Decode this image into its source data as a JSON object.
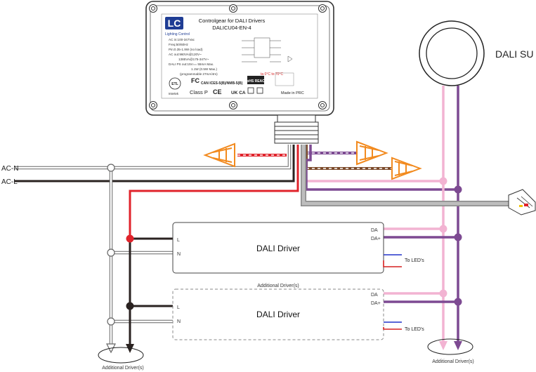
{
  "controlgear": {
    "brand_letters": "LC",
    "brand_name": "Lighting Control",
    "title": "Controlgear for DALI Drivers",
    "model": "DALICU04-EN-4",
    "specs": [
      "AC in:100-347Vac",
      "Freq:50/60Hz",
      "Pin:0.35-1.9W (no load)",
      "AC out:960VA@120V~",
      "1385VA@175-347V~",
      "DALI PS out:15V== 55mA Max.",
      "1.1W (0.5W Max.)",
      "(programmable 27mA/4m)"
    ],
    "temp": "ta 0°C to 70°C",
    "cert_marks": [
      "Intertek",
      "FC",
      "CE",
      "UK CA",
      "RoHS REACH"
    ],
    "can_ices": "CAN ICES-5(B)/NMB-5(B)",
    "class": "Class P",
    "made_in": "Made in PRC"
  },
  "sensor": {
    "label": "DALI SU"
  },
  "mains": {
    "neutral": "AC-N",
    "live": "AC-L"
  },
  "drivers": [
    {
      "title": "DALI Driver",
      "term_l": "L",
      "term_n": "N",
      "term_da1": "DA",
      "term_da2": "DA+",
      "led": "To LED's"
    },
    {
      "title": "DALI Driver",
      "term_l": "L",
      "term_n": "N",
      "term_da1": "DA",
      "term_da2": "DA+",
      "led": "To LED's"
    }
  ],
  "additional_driver_label": "Additional Driver(s)",
  "bottom_left_label": "Additional Driver(s)",
  "bottom_right_label": "Additional Driver(s)",
  "colors": {
    "live": "#2a2220",
    "neutral_fill": "#ffffff",
    "switched_live": "#e0232b",
    "dali_pink": "#f2b3d2",
    "dali_purple": "#7d4a92",
    "brown": "#7b4a2a",
    "grey": "#a3a3a3",
    "connector_orange": "#f28a1e",
    "led_blue": "#2233cc",
    "led_red": "#d62020"
  }
}
